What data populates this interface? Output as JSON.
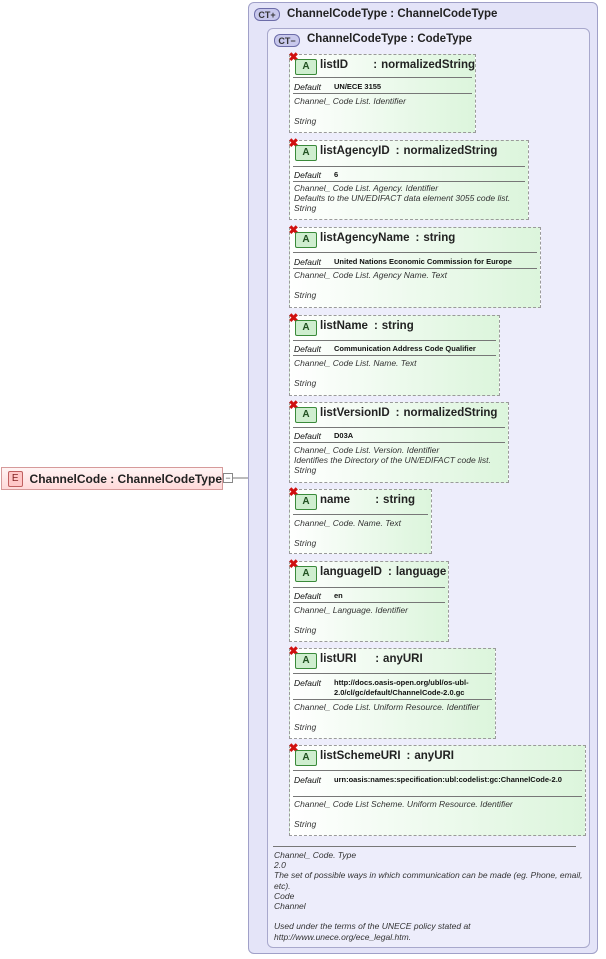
{
  "element": {
    "badge": "E",
    "label": "ChannelCode : ChannelCodeType",
    "collapse_glyph": "−"
  },
  "outer_type": {
    "badge": "CT",
    "badge_icon": "plus-icon",
    "title": "ChannelCodeType : ChannelCodeType"
  },
  "inner_type": {
    "badge": "CT",
    "badge_icon": "minus-icon",
    "title": "ChannelCodeType : CodeType"
  },
  "attributes": [
    {
      "name": "listID",
      "type": "normalizedString",
      "default_label": "Default",
      "default": "UN/ECE 3155",
      "doc": "Channel_ Code List. Identifier\n\nString"
    },
    {
      "name": "listAgencyID",
      "type": "normalizedString",
      "default_label": "Default",
      "default": "6",
      "doc": "Channel_ Code List. Agency. Identifier\nDefaults to the UN/EDIFACT data element 3055 code list.\nString"
    },
    {
      "name": "listAgencyName",
      "type": "string",
      "default_label": "Default",
      "default": "United Nations Economic Commission for Europe",
      "doc": "Channel_ Code List. Agency Name. Text\n\nString"
    },
    {
      "name": "listName",
      "type": "string",
      "default_label": "Default",
      "default": "Communication Address Code Qualifier",
      "doc": "Channel_ Code List. Name. Text\n\nString"
    },
    {
      "name": "listVersionID",
      "type": "normalizedString",
      "default_label": "Default",
      "default": "D03A",
      "doc": "Channel_ Code List. Version. Identifier\nIdentifies the Directory of the UN/EDIFACT code list.\nString"
    },
    {
      "name": "name",
      "type": "string",
      "doc": "Channel_ Code. Name. Text\n\nString"
    },
    {
      "name": "languageID",
      "type": "language",
      "default_label": "Default",
      "default": "en",
      "doc": "Channel_ Language. Identifier\n\nString"
    },
    {
      "name": "listURI",
      "type": "anyURI",
      "default_label": "Default",
      "default": "http://docs.oasis-open.org/ubl/os-ubl-2.0/cl/gc/default/ChannelCode-2.0.gc",
      "doc": "Channel_ Code List. Uniform Resource. Identifier\n\nString"
    },
    {
      "name": "listSchemeURI",
      "type": "anyURI",
      "default_label": "Default",
      "default": "urn:oasis:names:specification:ubl:codelist:gc:ChannelCode-2.0",
      "doc": "Channel_ Code List Scheme. Uniform Resource. Identifier\n\nString"
    }
  ],
  "icons": {
    "optional": "x-icon",
    "attribute": "A"
  },
  "type_doc": "Channel_ Code. Type\n2.0\nThe set of possible ways in which communication can be made (eg. Phone, email, etc).\nCode\nChannel\n\nUsed under the terms of the UNECE  policy stated at\nhttp://www.unece.org/ece_legal.htm."
}
